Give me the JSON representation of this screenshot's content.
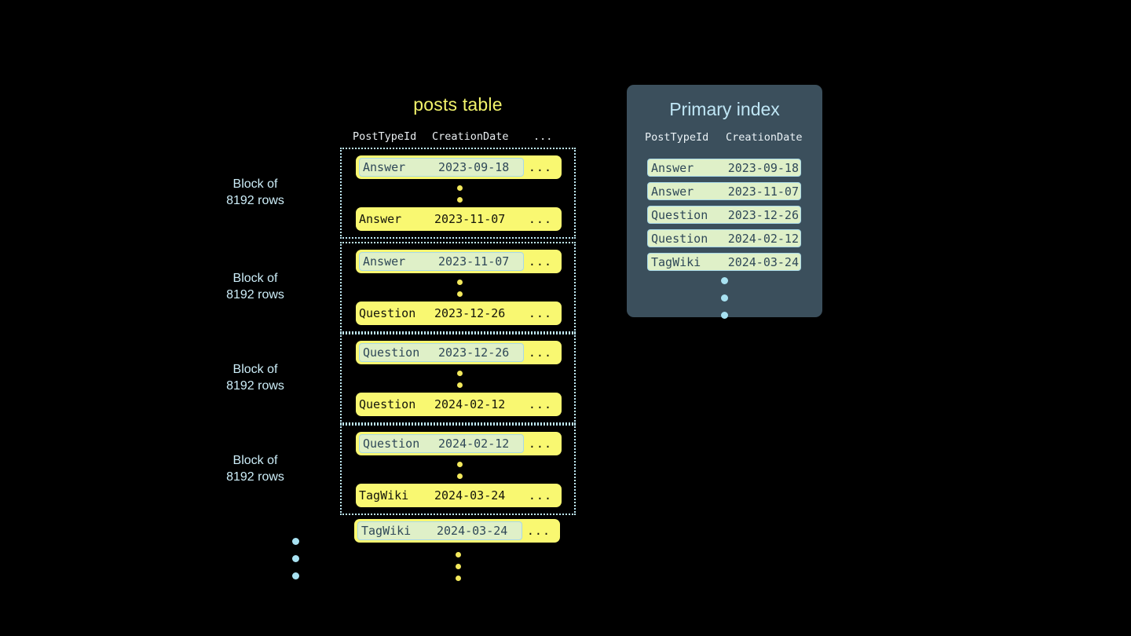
{
  "posts_table": {
    "title": "posts table",
    "columns": [
      "PostTypeId",
      "CreationDate",
      "..."
    ],
    "blocks": [
      {
        "label_line1": "Block of",
        "label_line2": "8192 rows",
        "first_row": {
          "post_type_id": "Answer",
          "creation_date": "2023-09-18",
          "more": "...",
          "highlighted": true
        },
        "last_row": {
          "post_type_id": "Answer",
          "creation_date": "2023-11-07",
          "more": "...",
          "highlighted": false
        }
      },
      {
        "label_line1": "Block of",
        "label_line2": "8192 rows",
        "first_row": {
          "post_type_id": "Answer",
          "creation_date": "2023-11-07",
          "more": "...",
          "highlighted": true
        },
        "last_row": {
          "post_type_id": "Question",
          "creation_date": "2023-12-26",
          "more": "...",
          "highlighted": false
        }
      },
      {
        "label_line1": "Block of",
        "label_line2": "8192 rows",
        "first_row": {
          "post_type_id": "Question",
          "creation_date": "2023-12-26",
          "more": "...",
          "highlighted": true
        },
        "last_row": {
          "post_type_id": "Question",
          "creation_date": "2024-02-12",
          "more": "...",
          "highlighted": false
        }
      },
      {
        "label_line1": "Block of",
        "label_line2": "8192 rows",
        "first_row": {
          "post_type_id": "Question",
          "creation_date": "2024-02-12",
          "more": "...",
          "highlighted": true
        },
        "last_row": {
          "post_type_id": "TagWiki",
          "creation_date": "2024-03-24",
          "more": "...",
          "highlighted": false
        }
      }
    ],
    "trailing_row": {
      "post_type_id": "TagWiki",
      "creation_date": "2024-03-24",
      "more": "...",
      "highlighted": true
    }
  },
  "primary_index": {
    "title": "Primary index",
    "columns": [
      "PostTypeId",
      "CreationDate"
    ],
    "rows": [
      {
        "post_type_id": "Answer",
        "creation_date": "2023-09-18"
      },
      {
        "post_type_id": "Answer",
        "creation_date": "2023-11-07"
      },
      {
        "post_type_id": "Question",
        "creation_date": "2023-12-26"
      },
      {
        "post_type_id": "Question",
        "creation_date": "2024-02-12"
      },
      {
        "post_type_id": "TagWiki",
        "creation_date": "2024-03-24"
      }
    ]
  },
  "colors": {
    "background": "#000000",
    "row_yellow": "#f9f871",
    "highlight_green": "#dff0c8",
    "highlight_border": "#a8d8e8",
    "block_border": "#bfe9f5",
    "panel_bg": "#3b4f5c",
    "title_yellow": "#f2f36b",
    "title_cyan": "#bfe6f5",
    "dot_yellow": "#f2e85c",
    "dot_blue": "#a8e2f2"
  }
}
